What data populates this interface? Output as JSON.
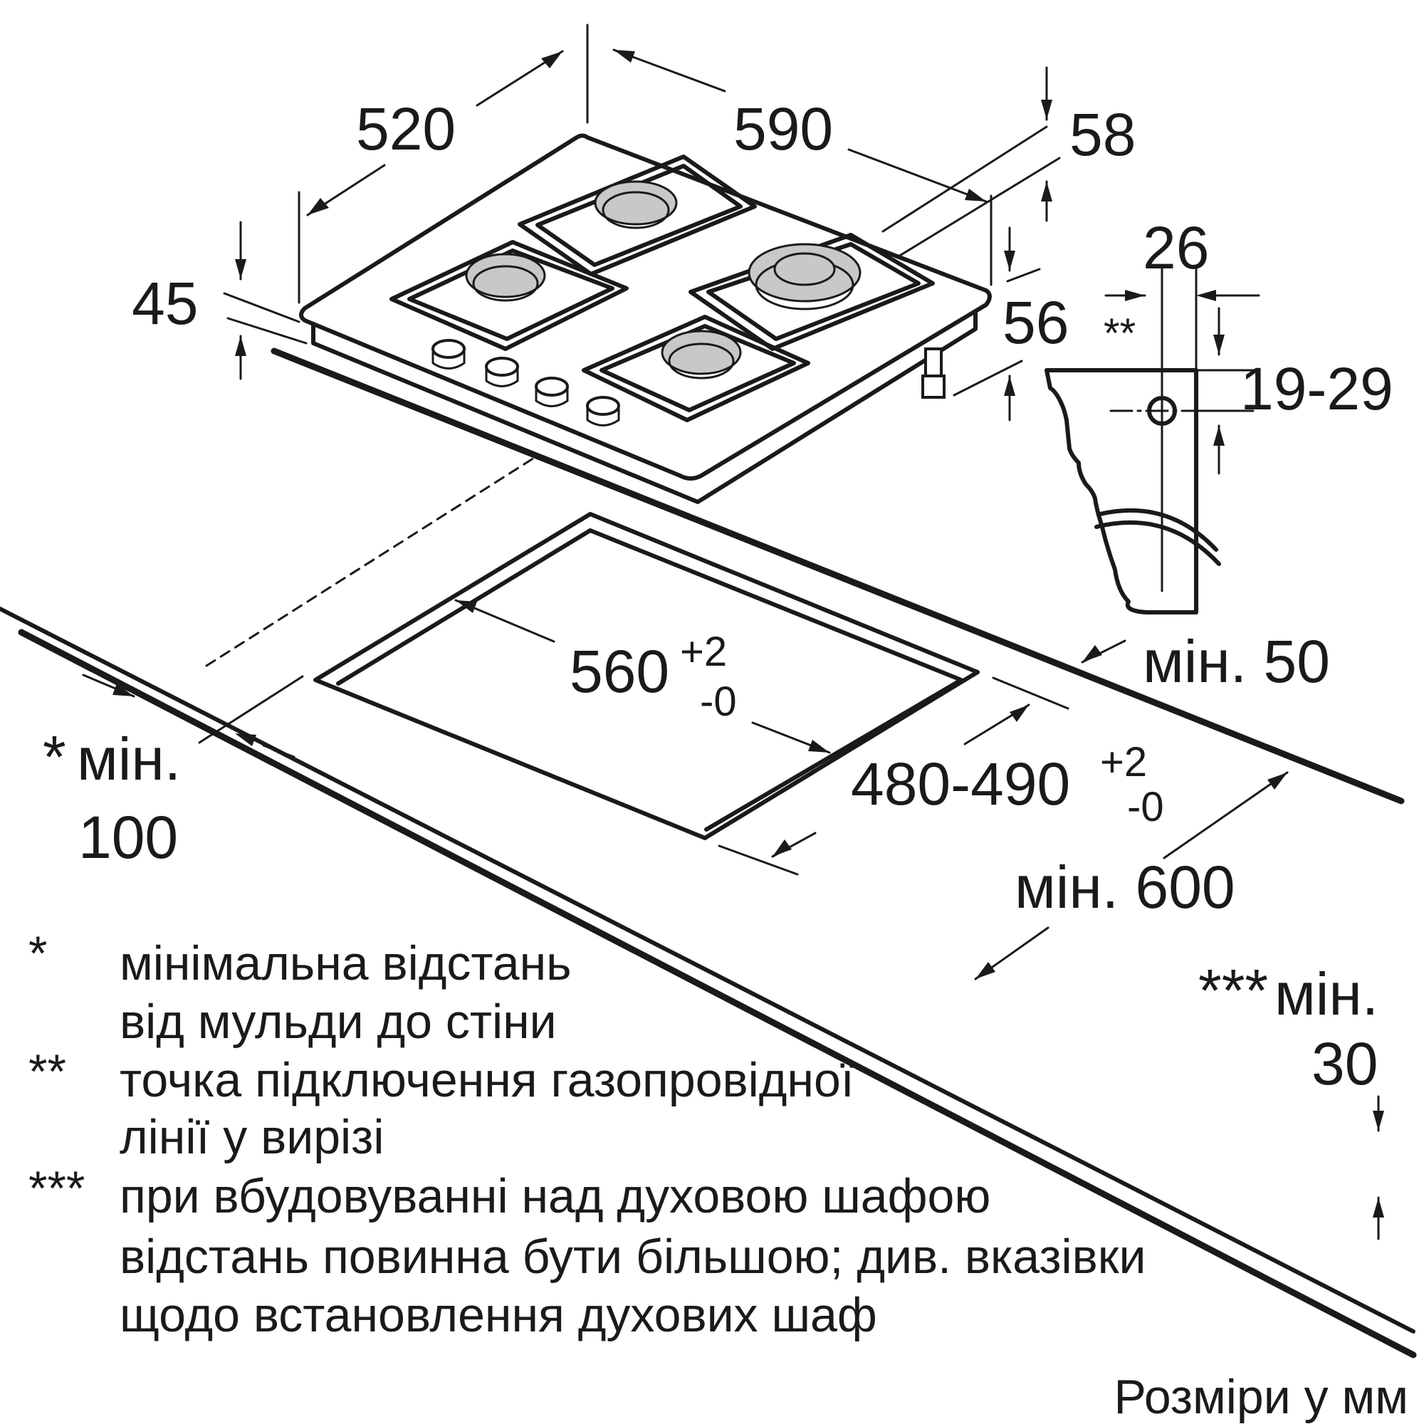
{
  "dimensions": {
    "depth": "520",
    "width": "590",
    "height_right": "58",
    "height_left": "45",
    "height_rear": "56",
    "gas_offset": "26",
    "gas_height": "19-29",
    "cutout_width": "560",
    "cutout_width_tol_plus": "+2",
    "cutout_width_tol_minus": "-0",
    "cutout_depth": "480-490",
    "cutout_depth_tol_plus": "+2",
    "cutout_depth_tol_minus": "-0",
    "min_50": "мін. 50",
    "min_600": "мін. 600",
    "min_100_star": "*",
    "min_100_label": "мін.",
    "min_100_value": "100",
    "min_30_stars": "***",
    "min_30_label": "мін.",
    "min_30_value": "30",
    "gas_marker": "**"
  },
  "notes": [
    {
      "marker": "*",
      "lines": [
        "мінімальна відстань",
        "від мульди до стіни"
      ]
    },
    {
      "marker": "**",
      "lines": [
        "точка підключення газопровідної",
        "лінії у вирізі"
      ]
    },
    {
      "marker": "***",
      "lines": [
        "при вбудовуванні над духовою шафою",
        "відстань повинна бути більшою; див. вказівки",
        "щодо встановлення духових шаф"
      ]
    }
  ],
  "units_caption": "Розміри у мм",
  "colors": {
    "line": "#1a1a1a",
    "burner_cap": "#c8c8c8",
    "background": "#ffffff"
  },
  "icons": [
    "gas-hob-illustration",
    "burner-icon",
    "knob-icon",
    "gas-connection-icon",
    "dimension-arrow-icon"
  ]
}
